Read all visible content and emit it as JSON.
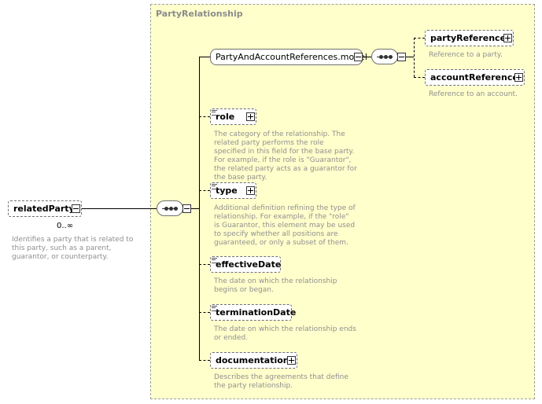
{
  "group": {
    "title": "PartyRelationship"
  },
  "root": {
    "label": "relatedParty",
    "cardinality": "0..∞",
    "description": "Identifies a party that is related to this party, such as a parent, guarantor, or counterparty."
  },
  "model": {
    "label": "PartyAndAccountReferences.model",
    "children": [
      {
        "label": "partyReference",
        "description": "Reference to a party."
      },
      {
        "label": "accountReference",
        "description": "Reference to an account."
      }
    ]
  },
  "elements": {
    "role": {
      "label": "role",
      "description": "The category of the relationship. The related party performs the role specified in this field for the base party. For example, if the role is \"Guarantor\", the related party acts as a guarantor for the base party."
    },
    "type": {
      "label": "type",
      "description": "Additional definition refining the type of relationship. For example, if the \"role\" is Guarantor, this element may be used to specify whether all positions are guaranteed, or only a subset of them."
    },
    "effectiveDate": {
      "label": "effectiveDate",
      "description": "The date on which the relationship begins or began."
    },
    "terminationDate": {
      "label": "terminationDate",
      "description": "The date on which the relationship ends or ended."
    },
    "documentation": {
      "label": "documentation",
      "description": "Describes the agreements that define the party relationship."
    }
  }
}
